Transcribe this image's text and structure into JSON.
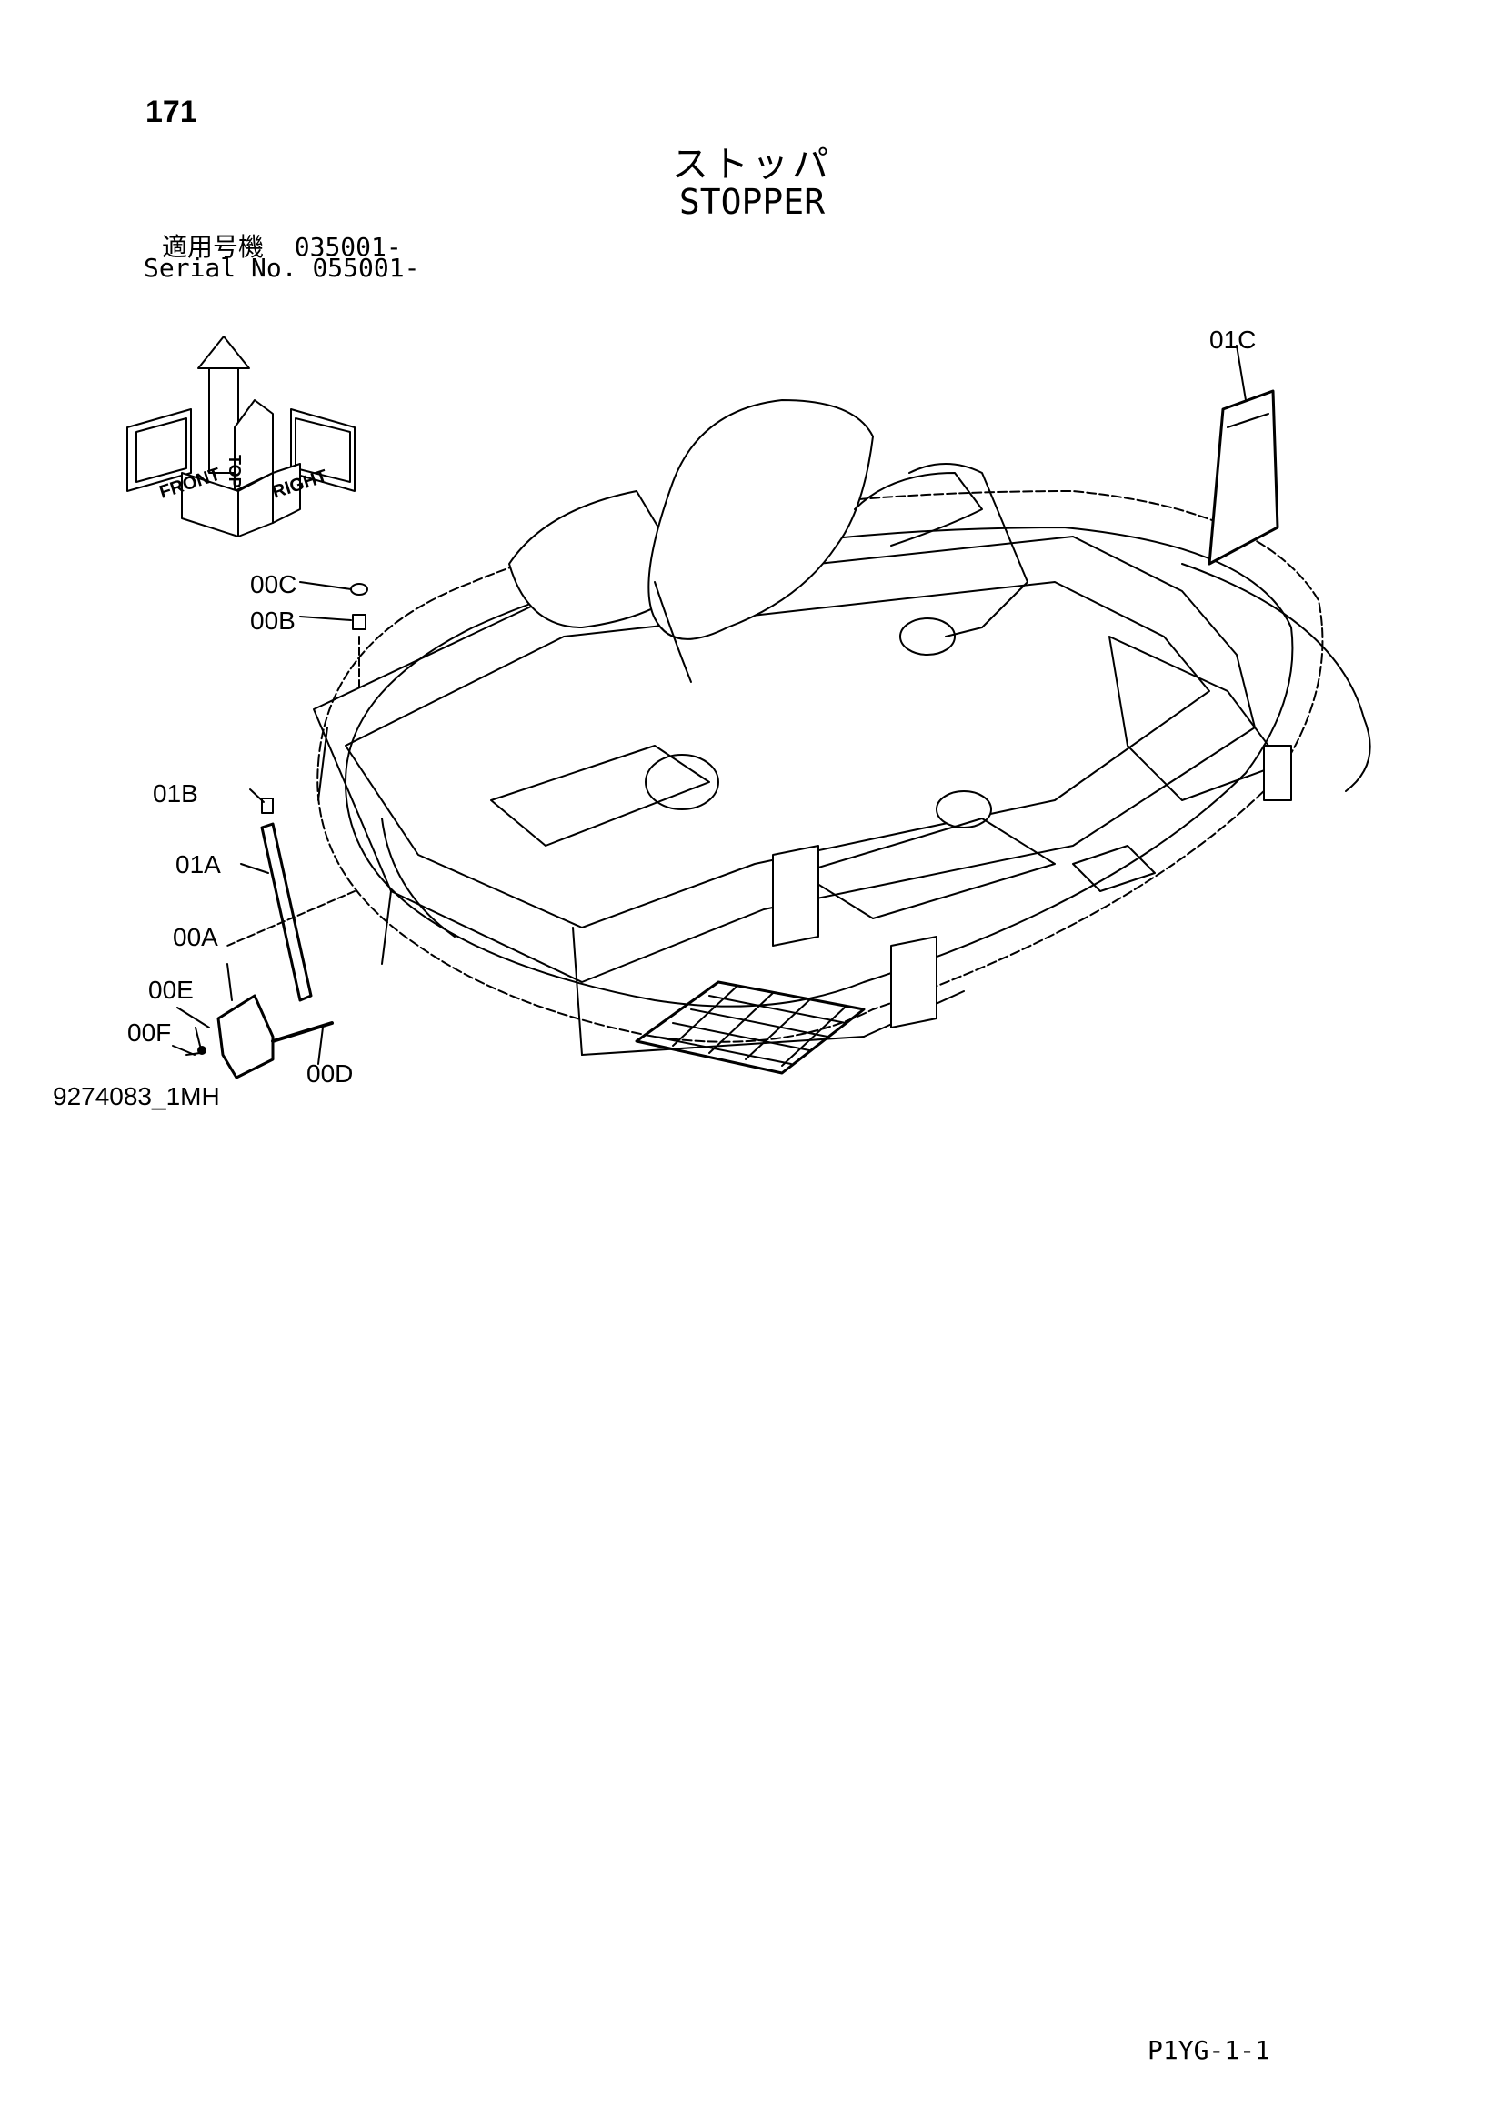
{
  "header": {
    "page_number": "171",
    "title_jp": "ストッパ",
    "title_en": "STOPPER",
    "serial_label_jp": "適用号機",
    "serial_value_jp": "035001-",
    "serial_label_en": "Serial No.",
    "serial_value_en": "055001-"
  },
  "orientation": {
    "top": "TOP",
    "front": "FRONT",
    "right": "RIGHT"
  },
  "callouts": [
    "01C",
    "00C",
    "00B",
    "01B",
    "01A",
    "00A",
    "00E",
    "00F",
    "00D"
  ],
  "footer": {
    "drawing_id": "9274083_1MH",
    "sheet_code": "P1YG-1-1"
  },
  "colors": {
    "ink": "#000000",
    "paper": "#ffffff"
  }
}
